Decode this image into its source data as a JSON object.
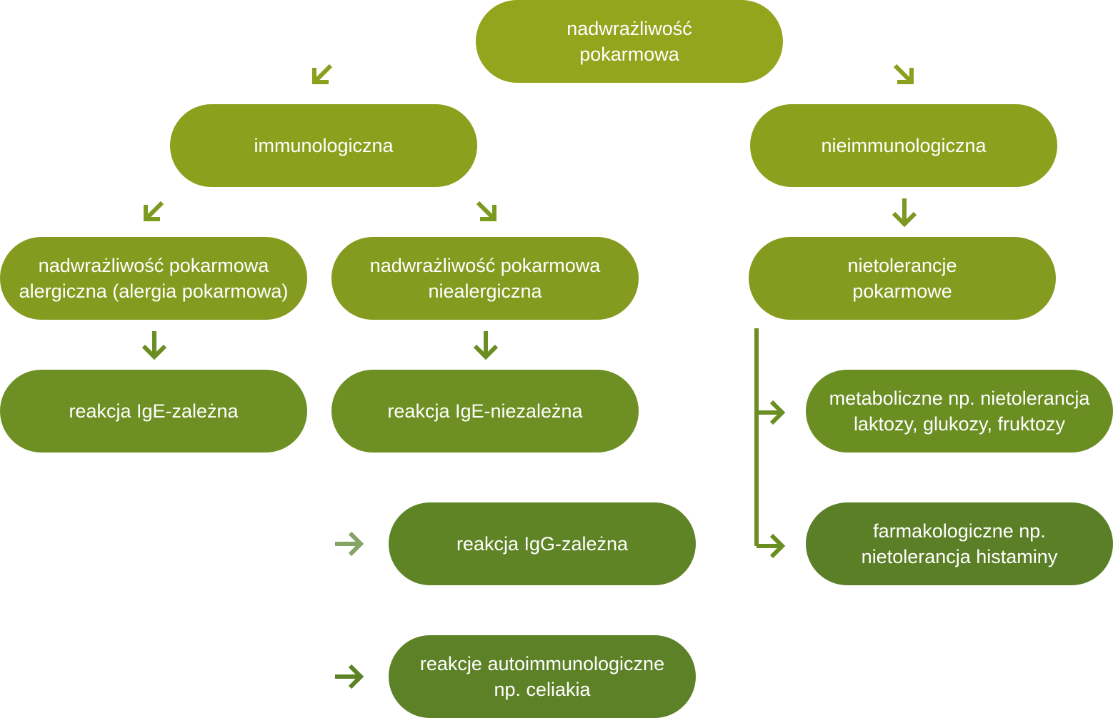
{
  "nodes": {
    "root": "nadwrażliwość\npokarmowa",
    "immuno": "immunologiczna",
    "nonimmuno": "nieimmunologiczna",
    "allergic": "nadwrażliwość pokarmowa\nalergiczna (alergia pokarmowa)",
    "nonallergic": "nadwrażliwość pokarmowa\nniealergiczna",
    "intolerance": "nietolerancje\npokarmowe",
    "ige_dep": "reakcja IgE-zależna",
    "ige_indep": "reakcja IgE-niezależna",
    "metabolic": "metaboliczne np. nietolerancja\nlaktozy, glukozy, fruktozy",
    "igg_dep": "reakcja IgG-zależna",
    "pharma": "farmakologiczne np.\nnietolerancja histaminy",
    "autoimmune": "reakcje autoimmunologiczne\nnp. celiakia"
  },
  "colors": {
    "level1": "#92a51c",
    "level2": "#8ba01d",
    "level3": "#849b20",
    "level4": "#6e8f23",
    "level5": "#5b7f27",
    "arrow": "#6b8e23"
  }
}
